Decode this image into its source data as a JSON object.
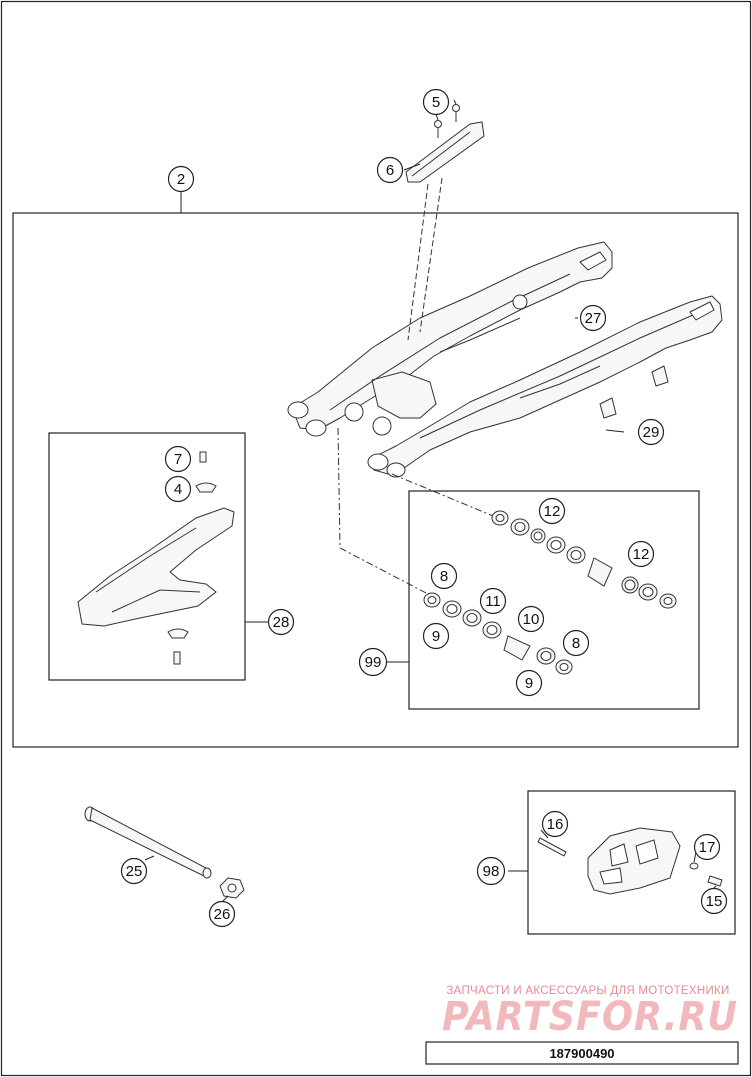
{
  "diagram": {
    "callouts": {
      "c2": "2",
      "c4": "4",
      "c5": "5",
      "c6": "6",
      "c7": "7",
      "c8a": "8",
      "c8b": "8",
      "c9a": "9",
      "c9b": "9",
      "c10": "10",
      "c11": "11",
      "c12a": "12",
      "c12b": "12",
      "c15": "15",
      "c16": "16",
      "c17": "17",
      "c25": "25",
      "c26": "26",
      "c27": "27",
      "c28": "28",
      "c29": "29",
      "c98": "98",
      "c99": "99"
    }
  },
  "watermark": {
    "tagline": "ЗАПЧАСТИ И АКСЕССУАРЫ ДЛЯ МОТОТЕХНИКИ",
    "logo": "PARTSFOR.RU"
  },
  "document_number": "187900490"
}
